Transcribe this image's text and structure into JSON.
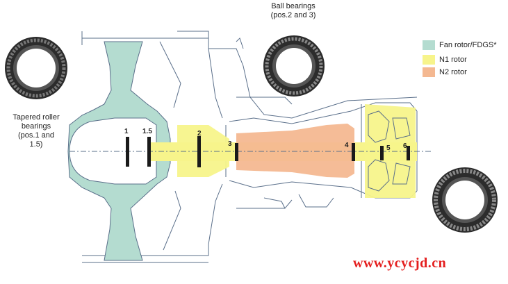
{
  "labels": {
    "tapered": "Tapered roller\nbearings\n(pos.1 and\n1.5)",
    "ball": "Ball bearings\n(pos.2 and 3)"
  },
  "bearing_positions": [
    "1",
    "1.5",
    "2",
    "3",
    "4",
    "5",
    "6"
  ],
  "legend": [
    {
      "label": "Fan rotor/FDGS*",
      "color": "#b4dcd0"
    },
    {
      "label": "N1 rotor",
      "color": "#f7f48b"
    },
    {
      "label": "N2 rotor",
      "color": "#f4b891"
    }
  ],
  "colors": {
    "fan": "#b4dcd0",
    "n1": "#f7f48b",
    "n2": "#f4b891",
    "outline": "#5a6f8a"
  },
  "watermark": "www.ycycjd.cn",
  "icons": [
    "tapered-roller-bearing-icon",
    "ball-bearing-icon",
    "roller-bearing-icon"
  ]
}
